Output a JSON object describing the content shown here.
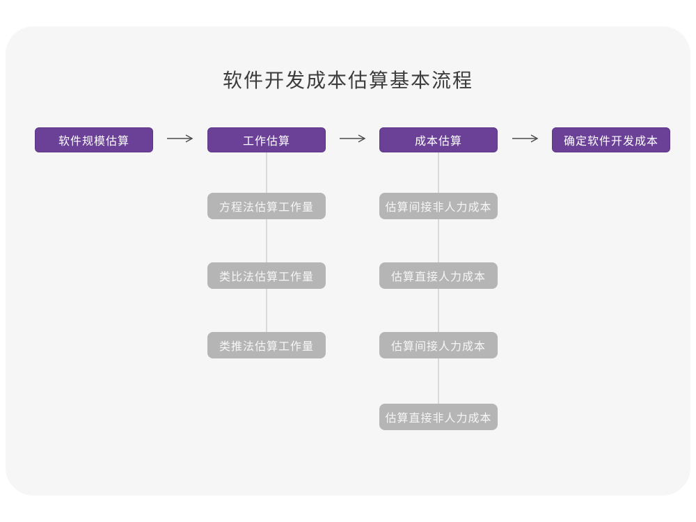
{
  "title": "软件开发成本估算基本流程",
  "colors": {
    "page_background": "#ffffff",
    "card_background": "#f6f6f7",
    "main_node_fill": "#6a4197",
    "main_node_text": "#ffffff",
    "sub_node_fill": "#b5b5b5",
    "sub_node_text": "#f6f6f6",
    "arrow_stroke": "#4a4a4a",
    "connector_line": "#d9d9d9",
    "title_text": "#3c3c3c"
  },
  "flow": {
    "main_steps": [
      {
        "label": "软件规模估算",
        "children": []
      },
      {
        "label": "工作估算",
        "children": [
          "方程法估算工作量",
          "类比法估算工作量",
          "类推法估算工作量"
        ]
      },
      {
        "label": "成本估算",
        "children": [
          "估算间接非人力成本",
          "估算直接人力成本",
          "估算间接人力成本",
          "估算直接非人力成本"
        ]
      },
      {
        "label": "确定软件开发成本",
        "children": []
      }
    ]
  }
}
